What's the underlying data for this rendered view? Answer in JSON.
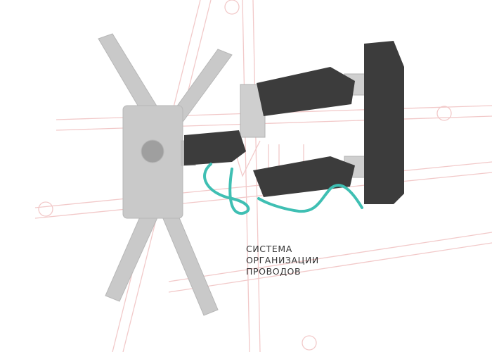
{
  "caption": {
    "lines": [
      "СИСТЕМА",
      "ОРГАНИЗАЦИИ",
      "ПРОВОДОВ"
    ]
  },
  "colors": {
    "background": "#ffffff",
    "vesa_plate": "#c9c9c9",
    "arm_dark": "#3c3c3c",
    "arm_light": "#cfcfcf",
    "cable": "#3fbfb3",
    "watermark_lines": "#f2c9c9",
    "caption_text": "#333333"
  },
  "icons": {
    "watermark": "diagonal-watermark-lines",
    "mount": "tv-wall-mount-bracket"
  }
}
